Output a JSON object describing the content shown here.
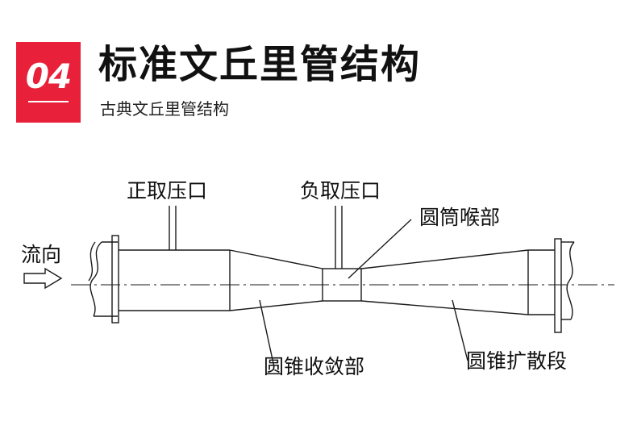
{
  "header": {
    "badge_number": "04",
    "title": "标准文丘里管结构",
    "subtitle": "古典文丘里管结构"
  },
  "diagram": {
    "labels": {
      "positive_tap": "正取压口",
      "negative_tap": "负取压口",
      "throat": "圆筒喉部",
      "flow": "流向",
      "convergent": "圆锥收敛部",
      "divergent": "圆锥扩散段"
    }
  },
  "colors": {
    "accent": "#e8203a",
    "line": "#1a1a1a",
    "text": "#111111"
  }
}
